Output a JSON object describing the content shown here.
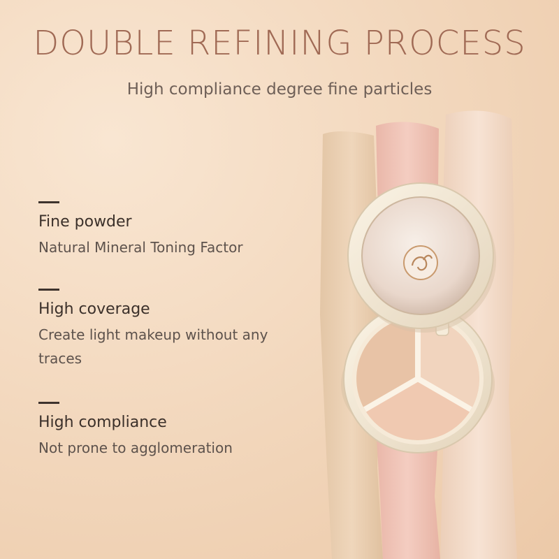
{
  "header": {
    "title": "DOUBLE REFINING PROCESS",
    "subtitle": "High compliance degree fine particles"
  },
  "features": [
    {
      "heading": "Fine powder",
      "description": "Natural Mineral Toning Factor"
    },
    {
      "heading": "High coverage",
      "description": "Create light makeup without any traces"
    },
    {
      "heading": "High compliance",
      "description": "Not prone to agglomeration"
    }
  ],
  "colors": {
    "title": "#a06a55",
    "text": "#3b302a",
    "background": "#f3d9bf",
    "swatch_beige": "#ecd2b5",
    "swatch_pink": "#f0c3b7",
    "swatch_light": "#f5dfcf",
    "compact_case": "#f3ead7"
  }
}
